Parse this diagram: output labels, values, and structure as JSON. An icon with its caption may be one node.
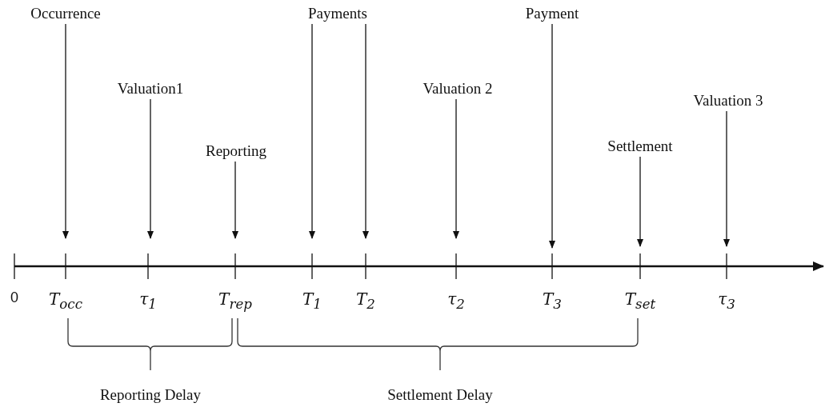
{
  "diagram": {
    "nodes": [
      {
        "text": [
          "Occurrence"
        ]
      },
      {
        "text": [
          "Valuation1"
        ]
      },
      {
        "text": [
          "Reporting"
        ]
      },
      {
        "text": [
          "Payments"
        ]
      },
      {
        "text": [
          "Valuation 2"
        ]
      },
      {
        "text": [
          "Payment"
        ]
      },
      {
        "text": [
          "Settlement"
        ]
      },
      {
        "text": [
          "Valuation 3"
        ]
      }
    ],
    "edges": [
      {
        "from": 0,
        "to": null,
        "arrow": "to"
      },
      {
        "from": 1,
        "to": null,
        "arrow": "to"
      },
      {
        "from": 2,
        "to": null,
        "arrow": "to"
      },
      {
        "from": 3,
        "to": null,
        "arrow": "to"
      },
      {
        "from": 3,
        "to": null,
        "arrow": "to"
      },
      {
        "from": 4,
        "to": null,
        "arrow": "to"
      },
      {
        "from": 5,
        "to": null,
        "arrow": "to"
      },
      {
        "from": 6,
        "to": null,
        "arrow": "to"
      },
      {
        "from": 7,
        "to": null,
        "arrow": "to"
      }
    ],
    "labels": [
      "0",
      "T$_{occ}$",
      "τ$_{1}$",
      "T$_{rep}$",
      "T$_{1}$",
      "T$_{2}$",
      "τ$_{2}$",
      "T$_{3}$",
      "T$_{set}$",
      "τ$_{3}$",
      "Reporting Delay",
      "Settlement Delay"
    ]
  }
}
